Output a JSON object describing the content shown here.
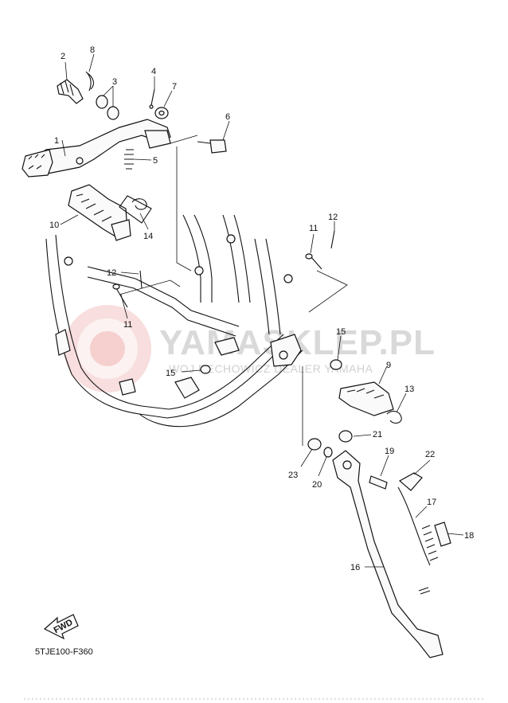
{
  "diagram": {
    "code": "5TJE100-F360",
    "watermark_main": "YAMASKLEP.PL",
    "watermark_sub": "WOJ RECHOWICZ DEALER YAMAHA",
    "fwd_label": "FWD",
    "colors": {
      "line": "#111111",
      "watermark": "#d9d9d9",
      "watermark_logo": "#f3c9c9"
    },
    "callouts": [
      {
        "num": "1"
      },
      {
        "num": "2"
      },
      {
        "num": "3"
      },
      {
        "num": "4"
      },
      {
        "num": "5"
      },
      {
        "num": "6"
      },
      {
        "num": "7"
      },
      {
        "num": "8"
      },
      {
        "num": "9"
      },
      {
        "num": "10"
      },
      {
        "num": "11"
      },
      {
        "num": "11"
      },
      {
        "num": "12"
      },
      {
        "num": "12"
      },
      {
        "num": "13"
      },
      {
        "num": "14"
      },
      {
        "num": "15"
      },
      {
        "num": "15"
      },
      {
        "num": "16"
      },
      {
        "num": "17"
      },
      {
        "num": "18"
      },
      {
        "num": "19"
      },
      {
        "num": "20"
      },
      {
        "num": "21"
      },
      {
        "num": "22"
      },
      {
        "num": "23"
      }
    ]
  }
}
